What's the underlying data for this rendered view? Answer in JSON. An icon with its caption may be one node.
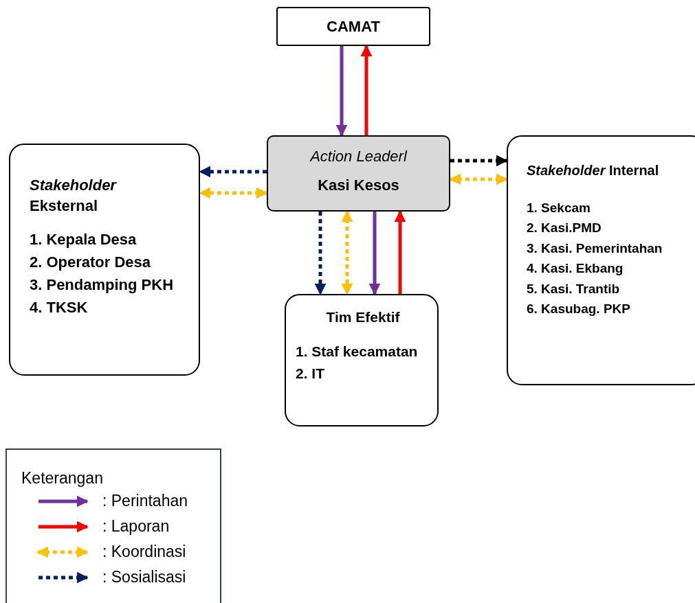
{
  "diagram": {
    "nodes": [
      {
        "text": [
          "CAMAT"
        ]
      },
      {
        "text": [
          "Action Leaderl",
          "Kasi Kesos"
        ]
      },
      {
        "text": [
          "*Stakeholder* Eksternal",
          "1. Kepala Desa",
          "2. Operator Desa",
          "3. Pendamping PKH",
          "4. TKSK"
        ]
      },
      {
        "text": [
          "Tim Efektif",
          "1. Staf kecamatan",
          "2. IT"
        ]
      },
      {
        "text": [
          "*Stakeholder* Internal",
          "1. Sekcam",
          "2. Kasi.PMD",
          "3. Kasi. Pemerintahan",
          "4. Kasi. Ekbang",
          "5. Kasi. Trantib",
          "6. Kasubag. PKP"
        ]
      }
    ],
    "edges": [
      {
        "from": 0,
        "to": 1,
        "arrow": "to",
        "color": "#7030a0"
      },
      {
        "from": 1,
        "to": 0,
        "arrow": "to",
        "color": "#ff0000"
      },
      {
        "from": 1,
        "to": 2,
        "arrow": "to",
        "style": "dashed",
        "color": "#002060"
      },
      {
        "from": 1,
        "to": 2,
        "arrow": "both",
        "style": "dashed",
        "color": "#ffc000"
      },
      {
        "from": 1,
        "to": 4,
        "arrow": "to",
        "style": "dashed",
        "color": "#000000"
      },
      {
        "from": 1,
        "to": 4,
        "arrow": "both",
        "style": "dashed",
        "color": "#ffc000"
      },
      {
        "from": 1,
        "to": 3,
        "arrow": "to",
        "style": "dashed",
        "color": "#002060"
      },
      {
        "from": 1,
        "to": 3,
        "arrow": "both",
        "style": "dashed",
        "color": "#ffc000"
      },
      {
        "from": 1,
        "to": 3,
        "arrow": "to",
        "color": "#7030a0"
      },
      {
        "from": 3,
        "to": 1,
        "arrow": "to",
        "color": "#ff0000"
      }
    ],
    "labels": [
      "Keterangan"
    ],
    "legend": [
      {
        "text": ": Perintahan"
      },
      {
        "text": ": Laporan"
      },
      {
        "text": ": Koordinasi"
      },
      {
        "text": ": Sosialisasi"
      }
    ]
  }
}
